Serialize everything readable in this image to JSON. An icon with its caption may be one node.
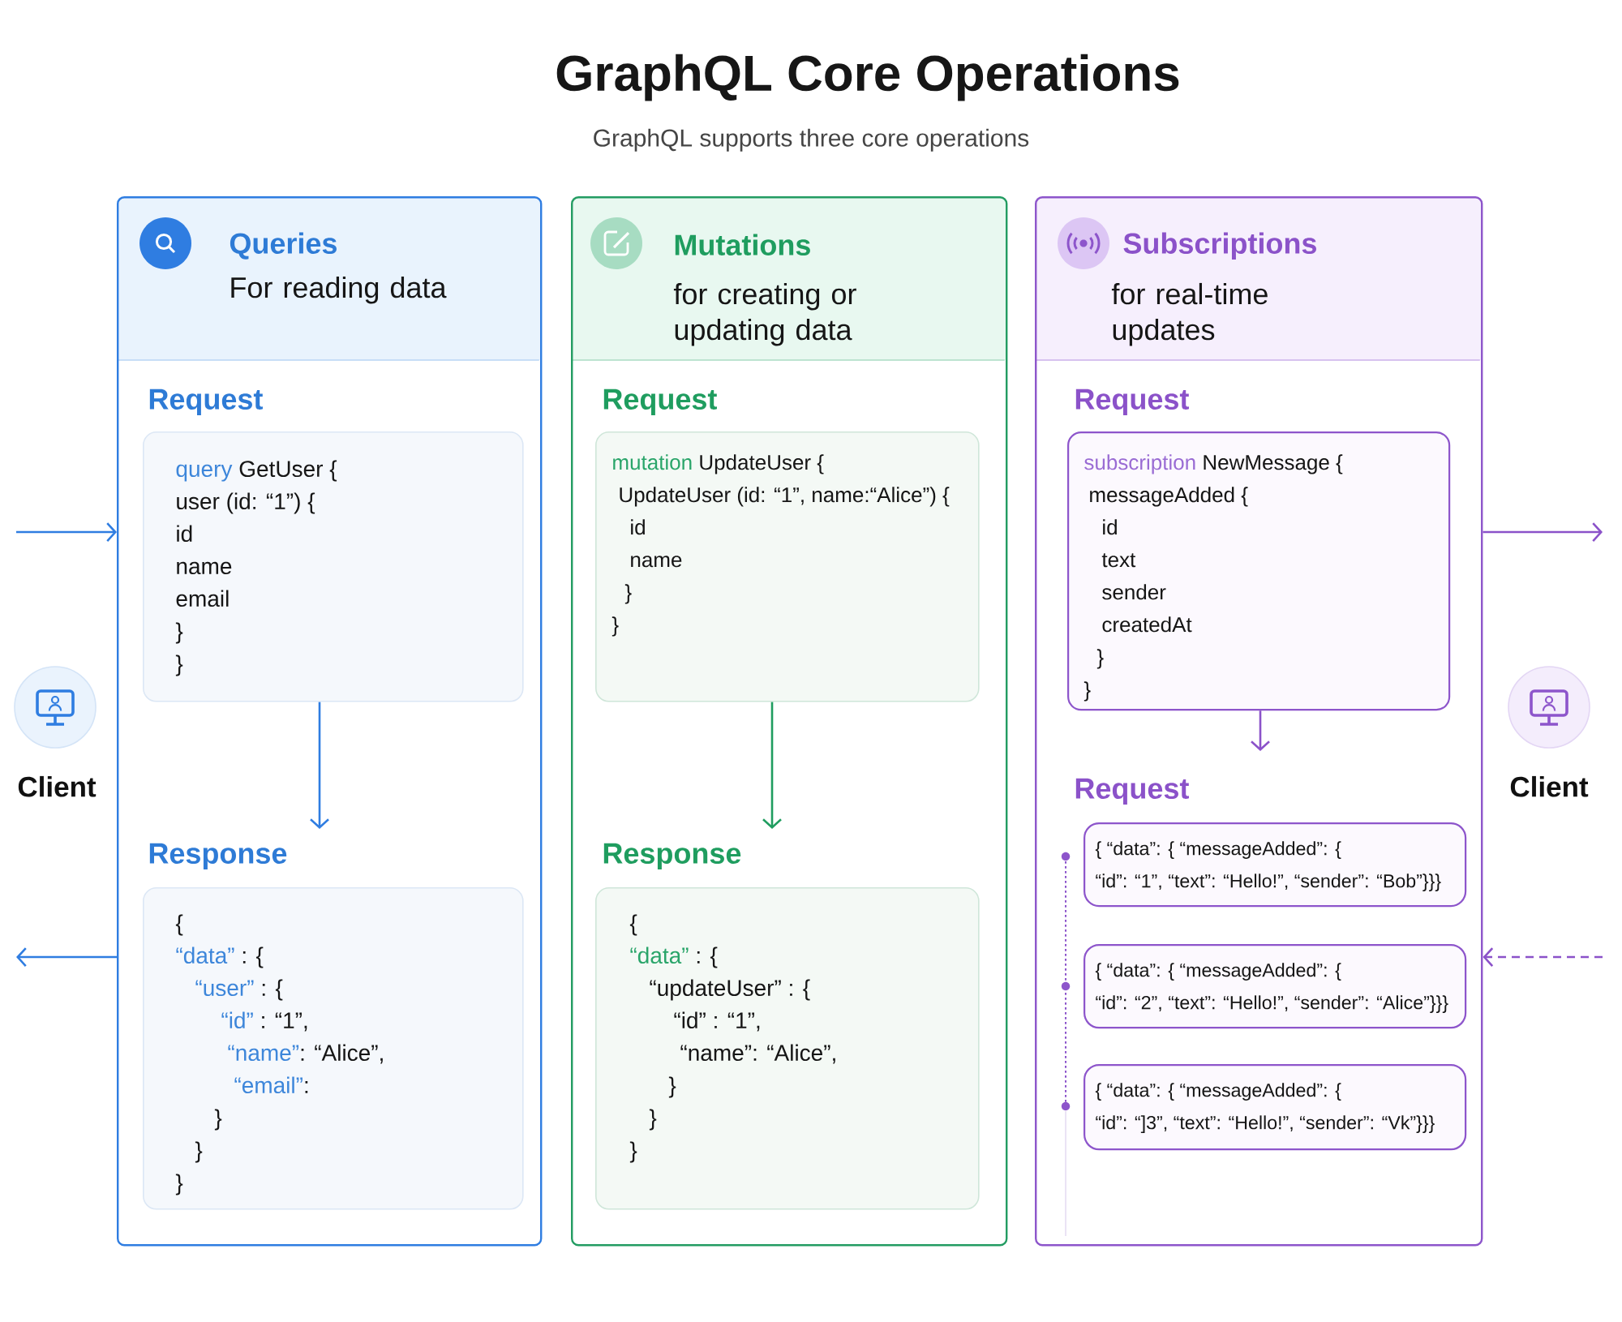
{
  "diagram": {
    "title": "GraphQL Core Operations",
    "nodes": [
      {
        "text": [
          "Queries",
          "For reading data"
        ]
      },
      {
        "text": [
          "Request",
          "query GetUser {",
          "user (id: “1”) {",
          "id",
          "name",
          "email",
          "}",
          "}"
        ],
        "in": 0
      },
      {
        "text": [
          "Response",
          "{",
          "“data” : {",
          "“user” : {",
          "“id” : “1”,",
          "“name”: “Alice”,",
          "“email”:",
          "}",
          "}",
          "}"
        ],
        "in": 0
      },
      {
        "text": [
          "Mutations",
          "for creating or updating data"
        ]
      },
      {
        "text": [
          "Request",
          "mutation UpdateUser {",
          "UpdateUser (id: “1”, name:“Alice”) {",
          "id",
          "name",
          "}",
          "}"
        ],
        "in": 3
      },
      {
        "text": [
          "Response",
          "{",
          "“data” : {",
          "“updateUser” : {",
          "“id” : “1”,",
          "“name”: “Alice”,",
          "}",
          "}",
          "}"
        ],
        "in": 3
      },
      {
        "text": [
          "Subscriptions",
          "for real-time updates"
        ]
      },
      {
        "text": [
          "Request",
          "subscription NewMessage {",
          "messageAdded {",
          "id",
          "text",
          "sender",
          "createdAt",
          "}",
          "}"
        ],
        "in": 6
      },
      {
        "text": [
          "{ “data”: { “messageAdded”: {",
          "“id”: “1”, “text”: “Hello!”, “sender”: “Bob”}}}"
        ],
        "in": 6
      },
      {
        "text": [
          "{ “data”: { “messageAdded”: {",
          "“id”: “2”, “text”: “Hello!”, “sender”: “Alice”}}}"
        ],
        "in": 6
      },
      {
        "text": [
          "{ “data”: { “messageAdded”: {",
          "“id”: “]3”, “text”: “Hello!”, “sender”: “Vk”}}}"
        ],
        "in": 6
      }
    ],
    "edges": [
      {
        "from": null,
        "to": 0,
        "arrow": "to",
        "color": "#2f7de1"
      },
      {
        "from": 1,
        "to": 2,
        "arrow": "to",
        "color": "#2f7de1"
      },
      {
        "from": 0,
        "to": null,
        "arrow": "to",
        "color": "#2f7de1"
      },
      {
        "from": 4,
        "to": 5,
        "arrow": "to",
        "color": "#1f9d5f"
      },
      {
        "from": 6,
        "to": null,
        "arrow": "to",
        "color": "#8b52c9"
      },
      {
        "from": 7,
        "to": null,
        "arrow": "to",
        "color": "#8b52c9"
      },
      {
        "from": null,
        "to": 6,
        "arrow": "to",
        "style": "dashed",
        "color": "#8b52c9"
      }
    ],
    "labels": [
      "GraphQL supports three core operations",
      "Client",
      "Request",
      "Client"
    ]
  }
}
